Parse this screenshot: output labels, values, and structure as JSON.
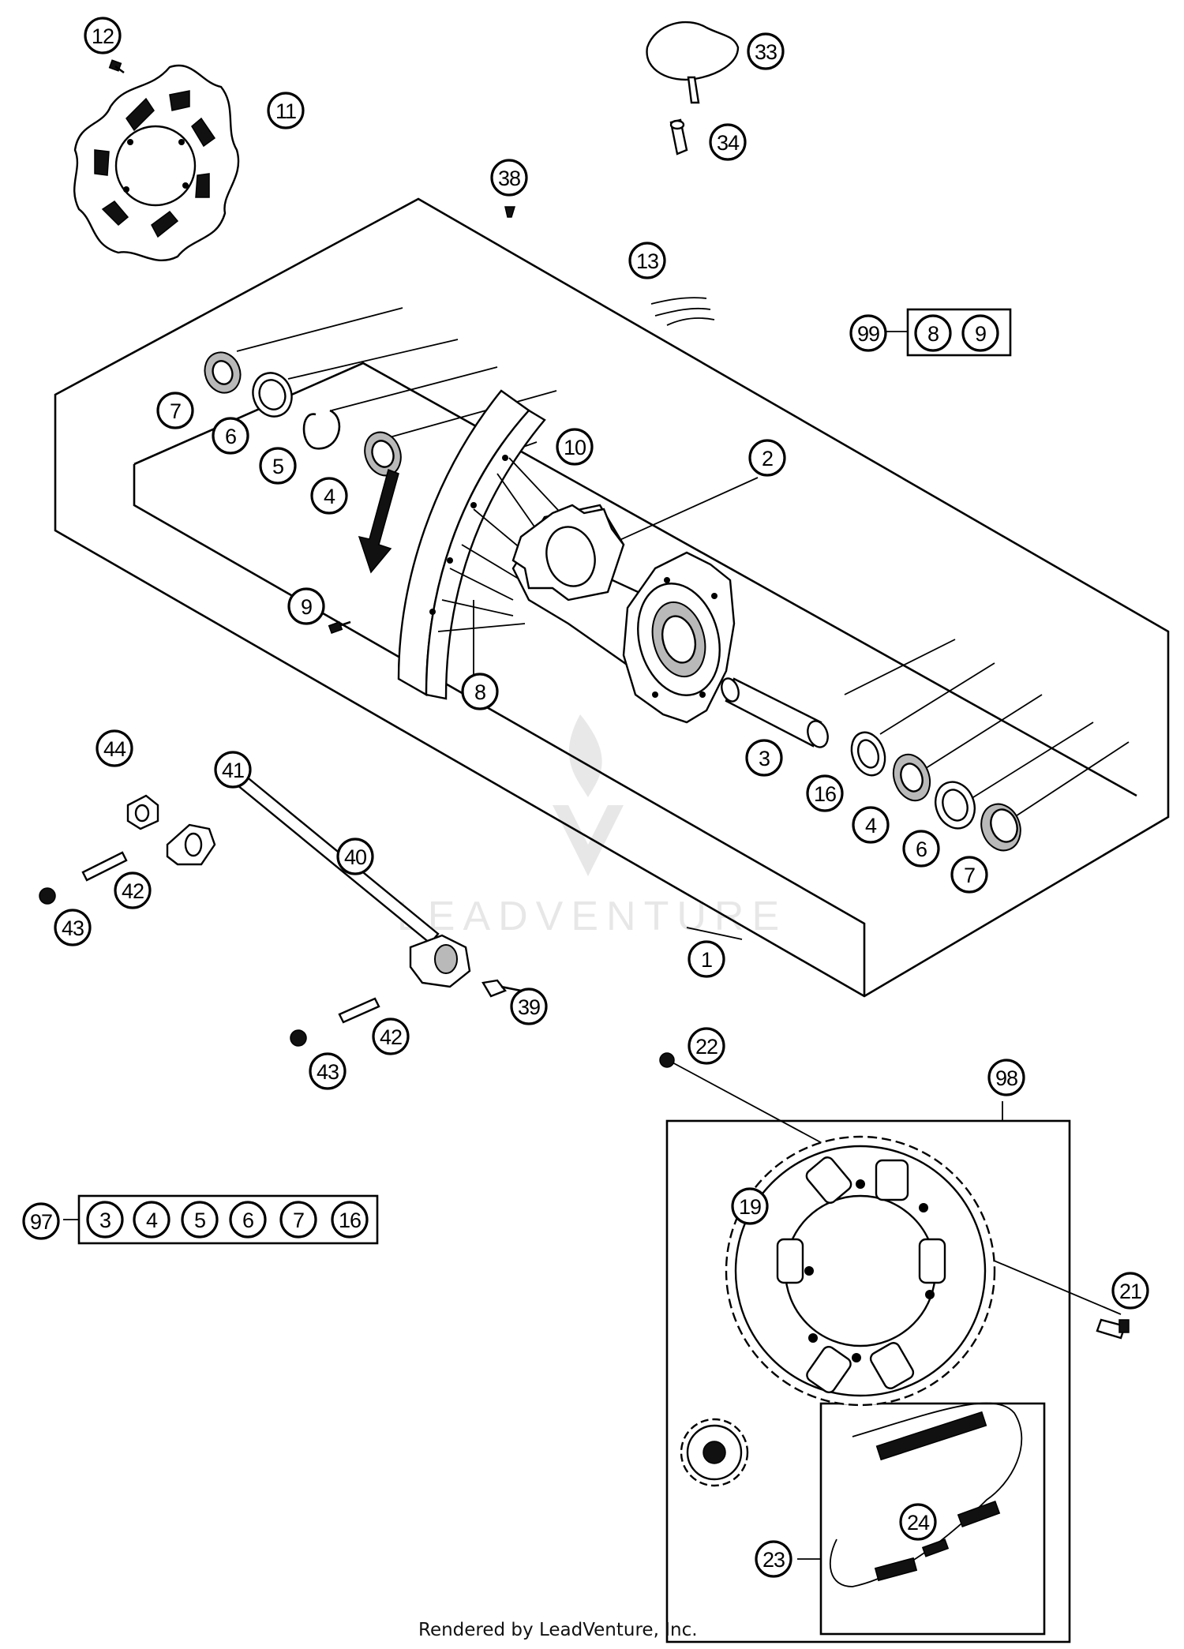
{
  "callouts": [
    {
      "id": "c12",
      "label": "12"
    },
    {
      "id": "c11",
      "label": "11"
    },
    {
      "id": "c33",
      "label": "33"
    },
    {
      "id": "c34",
      "label": "34"
    },
    {
      "id": "c38",
      "label": "38"
    },
    {
      "id": "c13",
      "label": "13"
    },
    {
      "id": "c99",
      "label": "99"
    },
    {
      "id": "c99a",
      "label": "8"
    },
    {
      "id": "c99b",
      "label": "9"
    },
    {
      "id": "c7a",
      "label": "7"
    },
    {
      "id": "c6a",
      "label": "6"
    },
    {
      "id": "c5",
      "label": "5"
    },
    {
      "id": "c4a",
      "label": "4"
    },
    {
      "id": "c10",
      "label": "10"
    },
    {
      "id": "c2",
      "label": "2"
    },
    {
      "id": "c9",
      "label": "9"
    },
    {
      "id": "c8",
      "label": "8"
    },
    {
      "id": "c3",
      "label": "3"
    },
    {
      "id": "c16",
      "label": "16"
    },
    {
      "id": "c4b",
      "label": "4"
    },
    {
      "id": "c6b",
      "label": "6"
    },
    {
      "id": "c7b",
      "label": "7"
    },
    {
      "id": "c44",
      "label": "44"
    },
    {
      "id": "c41",
      "label": "41"
    },
    {
      "id": "c40",
      "label": "40"
    },
    {
      "id": "c42a",
      "label": "42"
    },
    {
      "id": "c43a",
      "label": "43"
    },
    {
      "id": "c1",
      "label": "1"
    },
    {
      "id": "c39",
      "label": "39"
    },
    {
      "id": "c42b",
      "label": "42"
    },
    {
      "id": "c43b",
      "label": "43"
    },
    {
      "id": "c22",
      "label": "22"
    },
    {
      "id": "c98",
      "label": "98"
    },
    {
      "id": "c19",
      "label": "19"
    },
    {
      "id": "c21",
      "label": "21"
    },
    {
      "id": "c24",
      "label": "24"
    },
    {
      "id": "c23",
      "label": "23"
    },
    {
      "id": "c97",
      "label": "97"
    },
    {
      "id": "c97a",
      "label": "3"
    },
    {
      "id": "c97b",
      "label": "4"
    },
    {
      "id": "c97c",
      "label": "5"
    },
    {
      "id": "c97d",
      "label": "6"
    },
    {
      "id": "c97e",
      "label": "7"
    },
    {
      "id": "c97f",
      "label": "16"
    }
  ],
  "watermark": "LEADVENTURE",
  "footer": "Rendered by LeadVenture, Inc."
}
